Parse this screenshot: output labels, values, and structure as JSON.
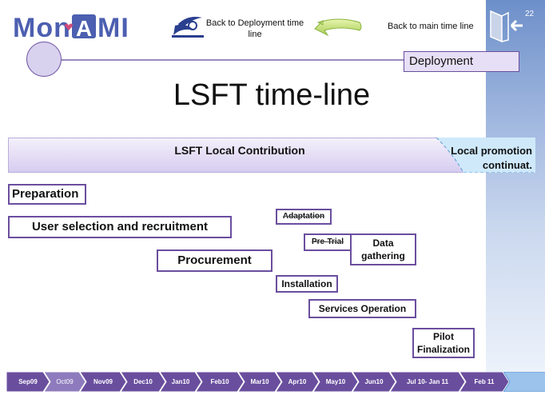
{
  "header": {
    "logo_text": "MonAMI",
    "nav_back_deployment": "Back to Deployment time line",
    "nav_back_main": "Back to main time line",
    "page_number": "22",
    "section_label": "Deployment",
    "page_title": "LSFT time-line"
  },
  "band": {
    "label": "LSFT Local Contribution",
    "promo_line1": "Local promotion",
    "promo_line2": "continuat."
  },
  "tasks": {
    "preparation": "Preparation",
    "user_selection": "User selection and recruitment",
    "procurement": "Procurement",
    "adaptation": "Adaptation",
    "pre_trial": "Pre-Trial",
    "data_line1": "Data",
    "data_line2": "gathering",
    "installation": "Installation",
    "services": "Services Operation",
    "pilot_line1": "Pilot",
    "pilot_line2": "Finalization"
  },
  "timeline": {
    "months": [
      "Sep09",
      "Oct09",
      "Nov09",
      "Dec10",
      "Jan10",
      "Feb10",
      "Mar10",
      "Apr10",
      "May10",
      "Jun10",
      "Jul 10- Jan 11",
      "Feb 11"
    ]
  },
  "colors": {
    "accent_purple": "#6a4e9e",
    "band_fill": "#d6cdf0",
    "promo_fill": "#cfe9fb",
    "chevron_fill": "#6a4e9e",
    "chevron_inactive": "#8e7bbd",
    "side_blue": "#6d8fc9"
  },
  "icons": {
    "eu": "eu-flag-icon",
    "back_arrow": "back-arrow-icon",
    "exit": "exit-door-icon"
  }
}
